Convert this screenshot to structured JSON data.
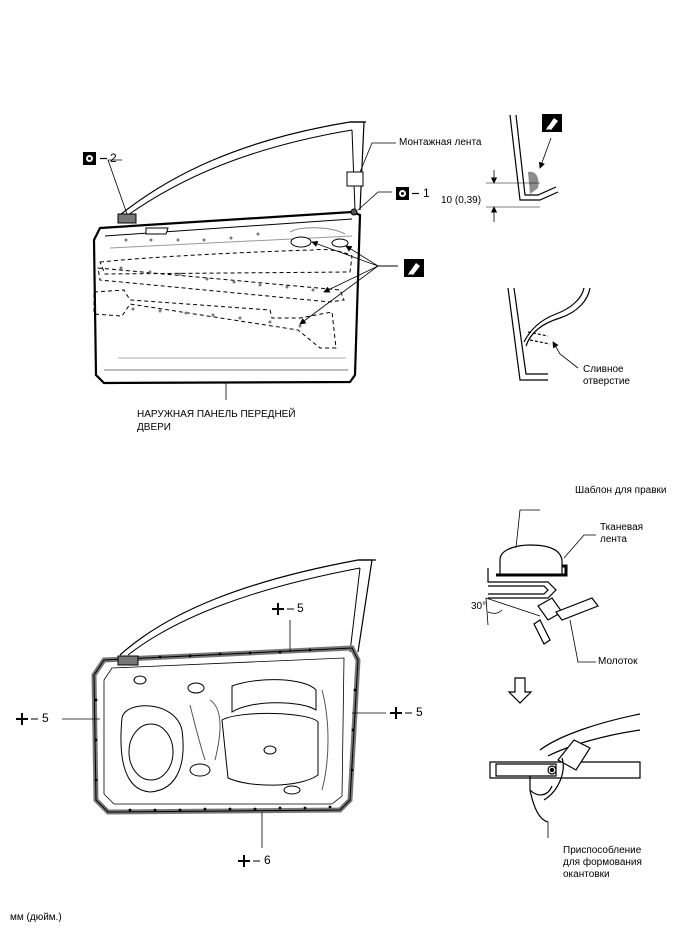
{
  "labels": {
    "mounting_tape": "Монтажная лента",
    "callout_1": "1",
    "callout_2": "2",
    "dimension": "10 (0,39)",
    "panel_line1": "НАРУЖНАЯ ПАНЕЛЬ ПЕРЕДНЕЙ",
    "panel_line2": "ДВЕРИ",
    "drain_line1": "Сливное",
    "drain_line2": "отверстие",
    "template": "Шаблон для правки",
    "cloth_line1": "Тканевая",
    "cloth_line2": "лента",
    "angle": "30°",
    "hammer": "Молоток",
    "tool_line1": "Приспособление",
    "tool_line2": "для формования",
    "tool_line3": "окантовки",
    "step_top": "5",
    "step_left": "5",
    "step_right": "5",
    "step_bottom": "6",
    "units": "мм (дюйм.)"
  },
  "icons": {
    "sealant": "sealant-brush-icon",
    "replace": "replace-part-icon",
    "step": "plus-step-icon",
    "arrow": "down-arrow-icon"
  },
  "colors": {
    "line": "#000000",
    "fill_gray": "#8c8c8c",
    "light_gray": "#cfcfcf",
    "dark_gray": "#555555"
  }
}
